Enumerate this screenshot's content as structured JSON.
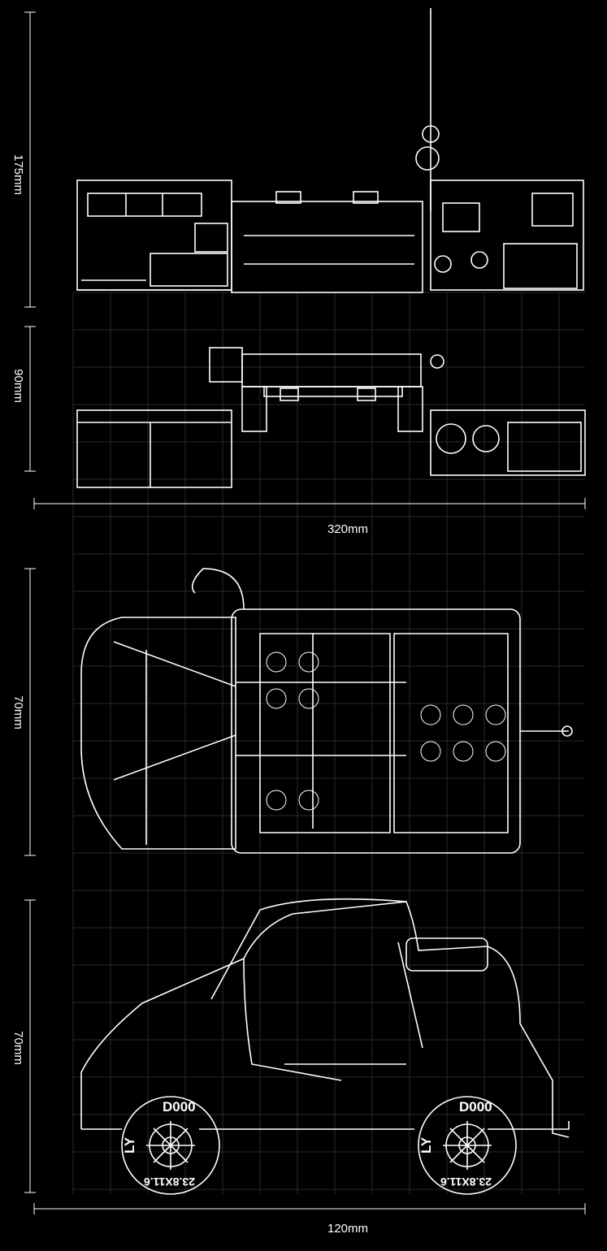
{
  "dimensions": {
    "base_height": "175mm",
    "base_depth": "90mm",
    "base_width": "320mm",
    "vehicle_width": "70mm",
    "vehicle_height": "70mm",
    "vehicle_length": "120mm"
  },
  "tire_markings": {
    "brand": "LY",
    "code": "D000",
    "size": "23.8X11.6"
  },
  "colors": {
    "background": "#000000",
    "lines": "#ffffff",
    "grid": "#2a2a2a"
  }
}
